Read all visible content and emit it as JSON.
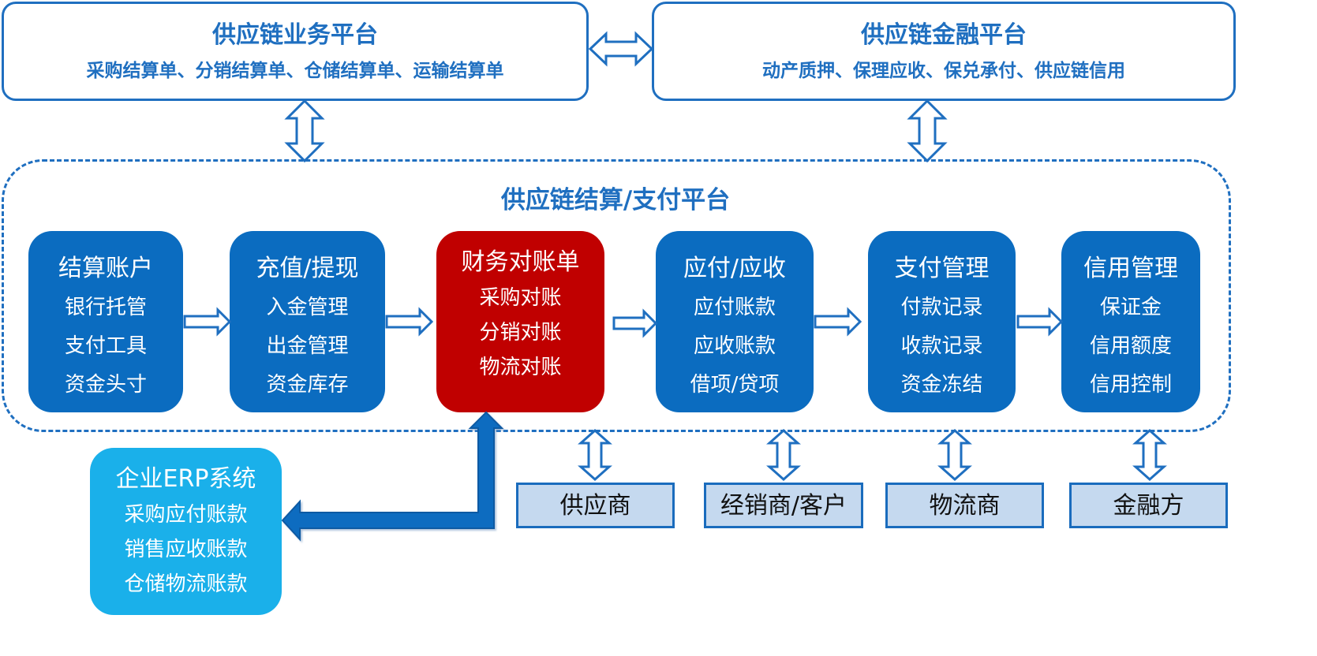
{
  "business_platform": {
    "title": "供应链业务平台",
    "subtitle": "采购结算单、分销结算单、仓储结算单、运输结算单"
  },
  "finance_platform": {
    "title": "供应链金融平台",
    "subtitle": "动产质押、保理应收、保兑承付、供应链信用"
  },
  "settlement_platform": {
    "title": "供应链结算/支付平台"
  },
  "modules": [
    {
      "title": "结算账户",
      "items": [
        "银行托管",
        "支付工具",
        "资金头寸"
      ]
    },
    {
      "title": "充值/提现",
      "items": [
        "入金管理",
        "出金管理",
        "资金库存"
      ]
    },
    {
      "title": "财务对账单",
      "items": [
        "采购对账",
        "分销对账",
        "物流对账"
      ]
    },
    {
      "title": "应付/应收",
      "items": [
        "应付账款",
        "应收账款",
        "借项/贷项"
      ]
    },
    {
      "title": "支付管理",
      "items": [
        "付款记录",
        "收款记录",
        "资金冻结"
      ]
    },
    {
      "title": "信用管理",
      "items": [
        "保证金",
        "信用额度",
        "信用控制"
      ]
    }
  ],
  "erp": {
    "title": "企业ERP系统",
    "items": [
      "采购应付账款",
      "销售应收账款",
      "仓储物流账款"
    ]
  },
  "parties": [
    "供应商",
    "经销商/客户",
    "物流商",
    "金融方"
  ],
  "colors": {
    "primary_blue": "#1f6fc0",
    "module_blue": "#0b6cc0",
    "highlight_red": "#c00000",
    "erp_cyan": "#1ab0ea",
    "party_fill": "#c5d9ef"
  }
}
